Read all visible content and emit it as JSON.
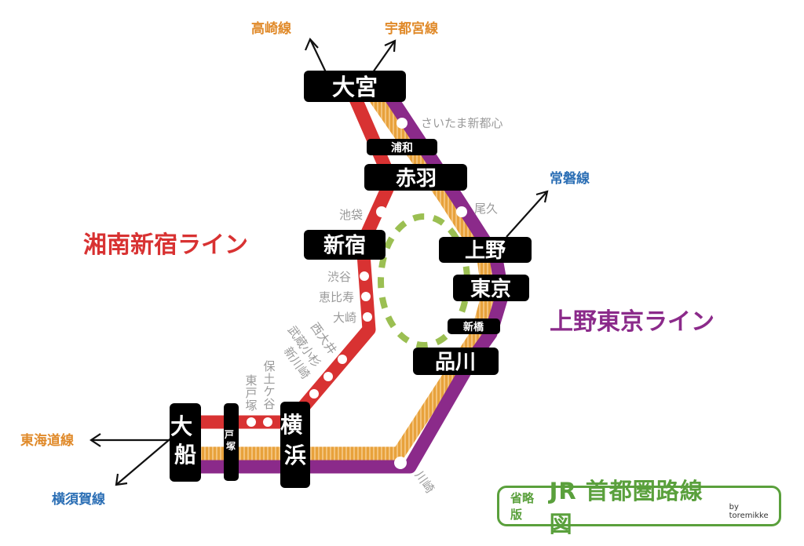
{
  "lines": {
    "shonan_shinjuku": {
      "label": "湘南新宿ライン",
      "color": "#d83232"
    },
    "ueno_tokyo": {
      "label": "上野東京ライン",
      "color": "#8b2a8a"
    },
    "utsunomiya_color": "#e8a23c",
    "yamanote_color": "#9bbf52"
  },
  "external_lines": {
    "takasaki": "高崎線",
    "utsunomiya": "宇都宮線",
    "joban": "常磐線",
    "tokaido": "東海道線",
    "yokosuka": "横須賀線"
  },
  "major_stations": {
    "omiya": "大宮",
    "akabane": "赤羽",
    "shinjuku": "新宿",
    "ueno": "上野",
    "tokyo": "東京",
    "shinagawa": "品川",
    "yokohama": "横浜",
    "ofuna": "大船"
  },
  "mid_stations": {
    "urawa": "浦和",
    "shimbashi": "新橋",
    "totsuka": "戸塚"
  },
  "minor_stations": {
    "saitama_shintoshin": "さいたま新都心",
    "oku": "尾久",
    "ikebukuro": "池袋",
    "shibuya": "渋谷",
    "ebisu": "恵比寿",
    "osaki": "大崎",
    "nishi_oi": "西大井",
    "musashi_kosugi": "武蔵小杉",
    "shin_kawasaki": "新川崎",
    "hodogaya": "保土ケ谷",
    "higashi_totsuka": "東戸塚",
    "kawasaki": "川崎"
  },
  "title": {
    "prefix": "省略版",
    "main": "JR 首都圏路線図",
    "by": "by toremikke"
  }
}
